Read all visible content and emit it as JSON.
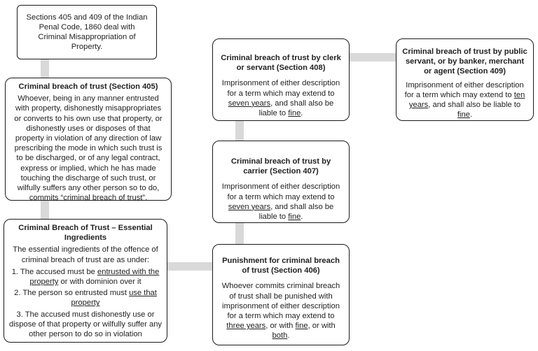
{
  "intro": {
    "text": "Sections 405 and 409 of the Indian Penal Code, 1860 deal with Criminal Misappropriation of Property."
  },
  "s405": {
    "title": "Criminal breach of trust (Section 405)",
    "body": "Whoever, being in any manner entrusted with property, dishonestly misappropriates or converts to his own use that property, or dishonestly uses or disposes of that property in violation of any direction of law prescribing the mode in which such trust is to be discharged, or of any legal contract, express or implied, which he has made touching the discharge of such trust, or wilfully suffers any other person so to do, commits “criminal breach of trust”."
  },
  "ingredients": {
    "title": "Criminal Breach of Trust – Essential Ingredients",
    "intro": "The essential ingredients of the offence of criminal breach of trust are as under:",
    "items": [
      {
        "pre": "1. The accused must be ",
        "u": "entrusted with the property",
        "post": " or with dominion over it"
      },
      {
        "pre": "2. The person so entrusted must ",
        "u": "use that property",
        "post": ""
      },
      {
        "pre": "3. The accused must dishonestly use or dispose of that property or wilfully suffer any other person to do so in violation",
        "u": "",
        "post": ""
      }
    ]
  },
  "s406": {
    "title": "Punishment for criminal breach of trust (Section 406)",
    "pre": "Whoever commits criminal breach of trust shall be punished with imprisonment of either description for a term which may extend to ",
    "term": "three years",
    "mid1": ", or with ",
    "fine": "fine",
    "mid2": ", or with ",
    "both": "both",
    "post": "."
  },
  "s407": {
    "title": "Criminal breach of trust by carrier (Section 407)",
    "pre": "Imprisonment of either description for a term which may extend to ",
    "term": "seven years",
    "mid": ", and shall also be liable to ",
    "fine": "fine",
    "post": "."
  },
  "s408": {
    "title": "Criminal breach of trust by clerk or servant (Section 408)",
    "pre": "Imprisonment of either description for a term which may extend to ",
    "term": "seven years",
    "mid": ", and shall also be liable to ",
    "fine": "fine",
    "post": "."
  },
  "s409": {
    "title": "Criminal breach of trust by public servant, or by banker, merchant or agent (Section 409)",
    "pre": "Imprisonment of either description for a term which may extend to ",
    "term": "ten years",
    "mid": ", and shall also be liable to ",
    "fine": "fine",
    "post": "."
  },
  "colors": {
    "connector": "#d9d9d9",
    "border": "#1a1a1a",
    "text": "#222222"
  }
}
